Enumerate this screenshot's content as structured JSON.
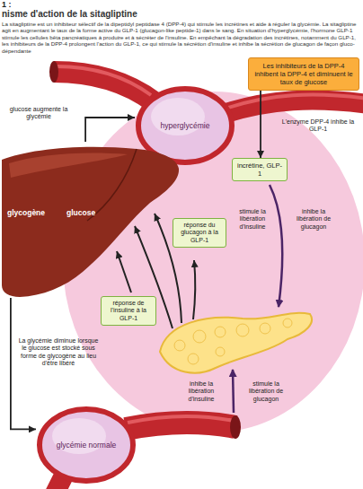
{
  "diagram": {
    "title": "nisme d'action de la sitagliptine",
    "caption": "La sitagliptine est un inhibiteur sélectif de la dipeptidyl peptidase 4 (DPP-4) qui stimule les incrétines et aide à réguler la glycémie. La sitagliptine agit en augmentant le taux de la forme active du GLP-1 (glucagon-like peptide-1) dans le sang. En situation d'hyperglycémie, l'hormone GLP-1 stimule les cellules bêta pancréatiques à produire et à sécréter de l'insuline. En empêchant la dégradation des incrétines, notamment du GLP-1, les inhibiteurs de la DPP-4 prolongent l'action du GLP-1, ce qui stimule la sécrétion d'insuline et inhibe la sécrétion de glucagon de façon gluco-dépendante",
    "nodes": [
      {
        "text": [
          "Les inhibiteurs de la DPP-4 inhibent la DPP-4 et diminuent le taux de glucose"
        ]
      },
      {
        "text": [
          "hyperglycémie"
        ]
      },
      {
        "text": [
          "glycogène",
          "glucose"
        ]
      },
      {
        "text": [
          "incrétine, GLP-1"
        ]
      },
      {
        "text": [
          "réponse du glucagon à la GLP-1"
        ]
      },
      {
        "text": [
          "réponse de l'insuline à la GLP-1"
        ]
      },
      {
        "text": [
          "glycémie normale"
        ]
      }
    ],
    "edges": [
      {
        "from": 0,
        "to": 3,
        "arrow": "to",
        "label": "L'enzyme DPP-4 inhibe la GLP-1"
      },
      {
        "from": 2,
        "to": 1,
        "arrow": "to",
        "label": "glucose augmente la glycémie"
      },
      {
        "from": 2,
        "to": 6,
        "arrow": "to",
        "label": "La glycémie diminue lorsque le glucose est stocké sous forme de glycogène au lieu d'être libéré"
      }
    ],
    "labels": [
      "1 :",
      "stimule la libération d'insuline",
      "inhibe la libération de glucagon",
      "inhibe la libération d'insuline",
      "stimule la libération de glucagon"
    ]
  }
}
